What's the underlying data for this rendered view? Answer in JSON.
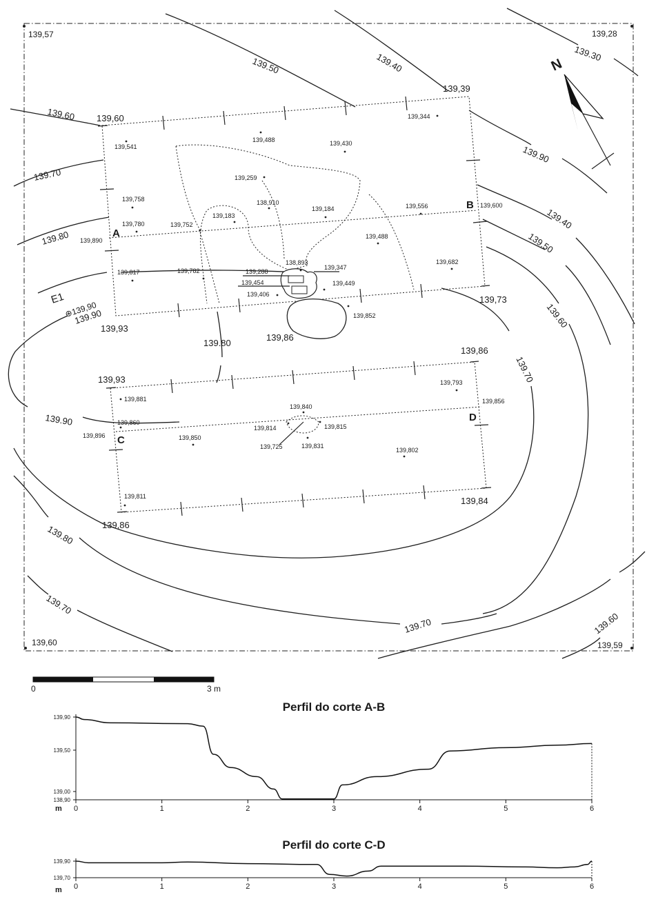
{
  "frame_corners": [
    "139,57",
    "139,28",
    "139,60",
    "139,59"
  ],
  "contours": [
    "139.60",
    "139.50",
    "139.40",
    "139.30",
    "139.70",
    "139.80",
    "139.90",
    "139.40",
    "139.50",
    "139.60",
    "139.70",
    "139.80",
    "139.90",
    "139.80",
    "139.70",
    "139.70",
    "139.60",
    "139.90"
  ],
  "north_label": "N",
  "station": "E1",
  "station_value": "⊕139,90",
  "section_letters": [
    "A",
    "B",
    "C",
    "D"
  ],
  "trench_corners_top": [
    "139,60",
    "139,39",
    "139,93",
    "139,73"
  ],
  "trench_corners_bottom": [
    "139,93",
    "139,86",
    "139,86",
    "139,84"
  ],
  "pit_label": "139,86",
  "points_top": [
    "139,541",
    "139,488",
    "139,430",
    "139,344",
    "139,259",
    "139,758",
    "138,910",
    "139,184",
    "139,556",
    "139,600",
    "139,780",
    "139,752",
    "139,183",
    "139,890",
    "139,488",
    "139,817",
    "139,782",
    "139,288",
    "138,893",
    "139,347",
    "139,454",
    "139,449",
    "139,406",
    "139,852",
    "139,682"
  ],
  "points_bottom": [
    "139,881",
    "139,793",
    "139,856",
    "139,840",
    "139,860",
    "139,814",
    "139,815",
    "139,896",
    "139,850",
    "139,725",
    "139,831",
    "139,802",
    "139,811"
  ],
  "scale_bar": {
    "start": "0",
    "end": "3 m"
  },
  "profile_ab": {
    "title": "Perfil do corte A-B",
    "y_ticks": [
      "139,90",
      "139,50",
      "139,00",
      "138,90"
    ],
    "unit": "m",
    "x_ticks": [
      "0",
      "1",
      "2",
      "3",
      "4",
      "5",
      "6"
    ],
    "x": [
      0,
      0.1,
      0.4,
      1.3,
      1.48,
      1.6,
      1.8,
      2.1,
      2.3,
      2.4,
      3.0,
      3.1,
      3.5,
      4.1,
      4.35,
      5.0,
      5.6,
      6.0
    ],
    "y": [
      139.9,
      139.87,
      139.83,
      139.82,
      139.79,
      139.45,
      139.29,
      139.18,
      139.03,
      138.91,
      138.91,
      139.08,
      139.18,
      139.27,
      139.49,
      139.53,
      139.56,
      139.58
    ]
  },
  "profile_cd": {
    "title": "Perfil do corte C-D",
    "y_ticks": [
      "139,90",
      "139,70"
    ],
    "unit": "m",
    "x_ticks": [
      "0",
      "1",
      "2",
      "3",
      "4",
      "5",
      "6"
    ],
    "x": [
      0,
      0.15,
      1.0,
      1.3,
      2.0,
      2.8,
      2.95,
      3.15,
      3.4,
      3.55,
      4.5,
      5.2,
      5.6,
      5.8,
      5.95,
      6.0
    ],
    "y": [
      139.9,
      139.88,
      139.88,
      139.89,
      139.87,
      139.86,
      139.74,
      139.72,
      139.78,
      139.84,
      139.84,
      139.83,
      139.82,
      139.83,
      139.86,
      139.9
    ]
  }
}
